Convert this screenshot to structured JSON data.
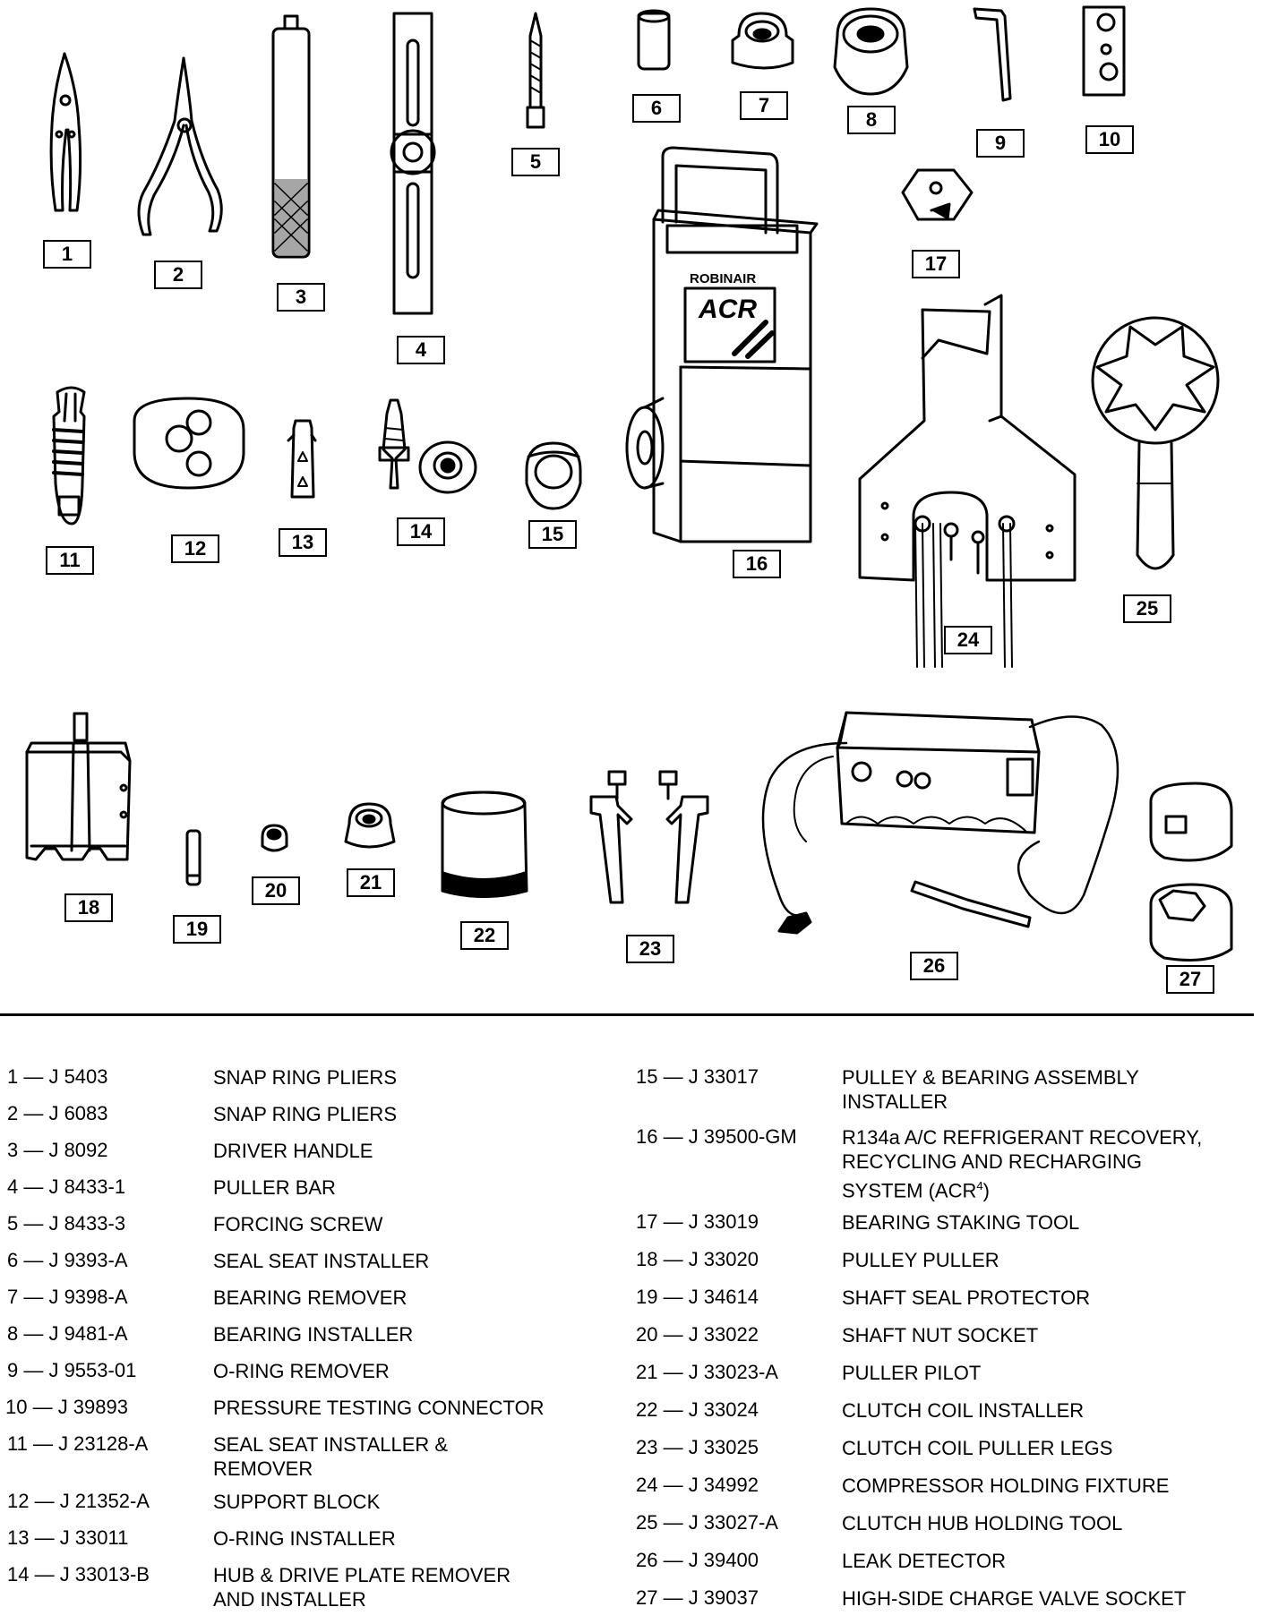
{
  "callouts": [
    "1",
    "2",
    "3",
    "4",
    "5",
    "6",
    "7",
    "8",
    "9",
    "10",
    "11",
    "12",
    "13",
    "14",
    "15",
    "16",
    "17",
    "18",
    "19",
    "20",
    "21",
    "22",
    "23",
    "24",
    "25",
    "26",
    "27"
  ],
  "tools_left": [
    {
      "code": "1 — J 5403",
      "name": "SNAP RING PLIERS"
    },
    {
      "code": "2 — J 6083",
      "name": "SNAP RING PLIERS"
    },
    {
      "code": "3 — J 8092",
      "name": "DRIVER HANDLE"
    },
    {
      "code": "4 — J 8433-1",
      "name": "PULLER BAR"
    },
    {
      "code": "5 — J 8433-3",
      "name": "FORCING SCREW"
    },
    {
      "code": "6 — J 9393-A",
      "name": "SEAL SEAT INSTALLER"
    },
    {
      "code": "7 — J 9398-A",
      "name": "BEARING REMOVER"
    },
    {
      "code": "8 — J 9481-A",
      "name": "BEARING INSTALLER"
    },
    {
      "code": "9 — J 9553-01",
      "name": "O-RING REMOVER"
    },
    {
      "code": "10 — J 39893",
      "name": "PRESSURE TESTING CONNECTOR"
    },
    {
      "code": "11 — J 23128-A",
      "name": "SEAL SEAT INSTALLER &\nREMOVER"
    },
    {
      "code": "12 — J 21352-A",
      "name": "SUPPORT BLOCK"
    },
    {
      "code": "13 — J 33011",
      "name": "O-RING INSTALLER"
    },
    {
      "code": "14 — J 33013-B",
      "name": "HUB & DRIVE PLATE REMOVER\nAND INSTALLER"
    }
  ],
  "tools_right": [
    {
      "code": "15 — J 33017",
      "name": "PULLEY & BEARING ASSEMBLY\nINSTALLER"
    },
    {
      "code": "16 — J 39500-GM",
      "name": "R134a A/C REFRIGERANT RECOVERY,\nRECYCLING AND RECHARGING\nSYSTEM (ACR",
      "sup": "4",
      "tail": ")"
    },
    {
      "code": "17 — J 33019",
      "name": "BEARING STAKING TOOL"
    },
    {
      "code": "18 — J 33020",
      "name": "PULLEY PULLER"
    },
    {
      "code": "19 — J 34614",
      "name": "SHAFT SEAL PROTECTOR"
    },
    {
      "code": "20 — J 33022",
      "name": "SHAFT NUT SOCKET"
    },
    {
      "code": "21 — J 33023-A",
      "name": "PULLER PILOT"
    },
    {
      "code": "22 — J 33024",
      "name": "CLUTCH COIL INSTALLER"
    },
    {
      "code": "23 — J 33025",
      "name": "CLUTCH COIL PULLER LEGS"
    },
    {
      "code": "24 — J 34992",
      "name": "COMPRESSOR HOLDING FIXTURE"
    },
    {
      "code": "25 — J 33027-A",
      "name": "CLUTCH HUB HOLDING TOOL"
    },
    {
      "code": "26 — J 39400",
      "name": "LEAK DETECTOR"
    },
    {
      "code": "27 — J 39037",
      "name": "HIGH-SIDE CHARGE VALVE SOCKET"
    }
  ],
  "machine_text": {
    "brand": "ROBINAIR",
    "logo": "ACR"
  }
}
